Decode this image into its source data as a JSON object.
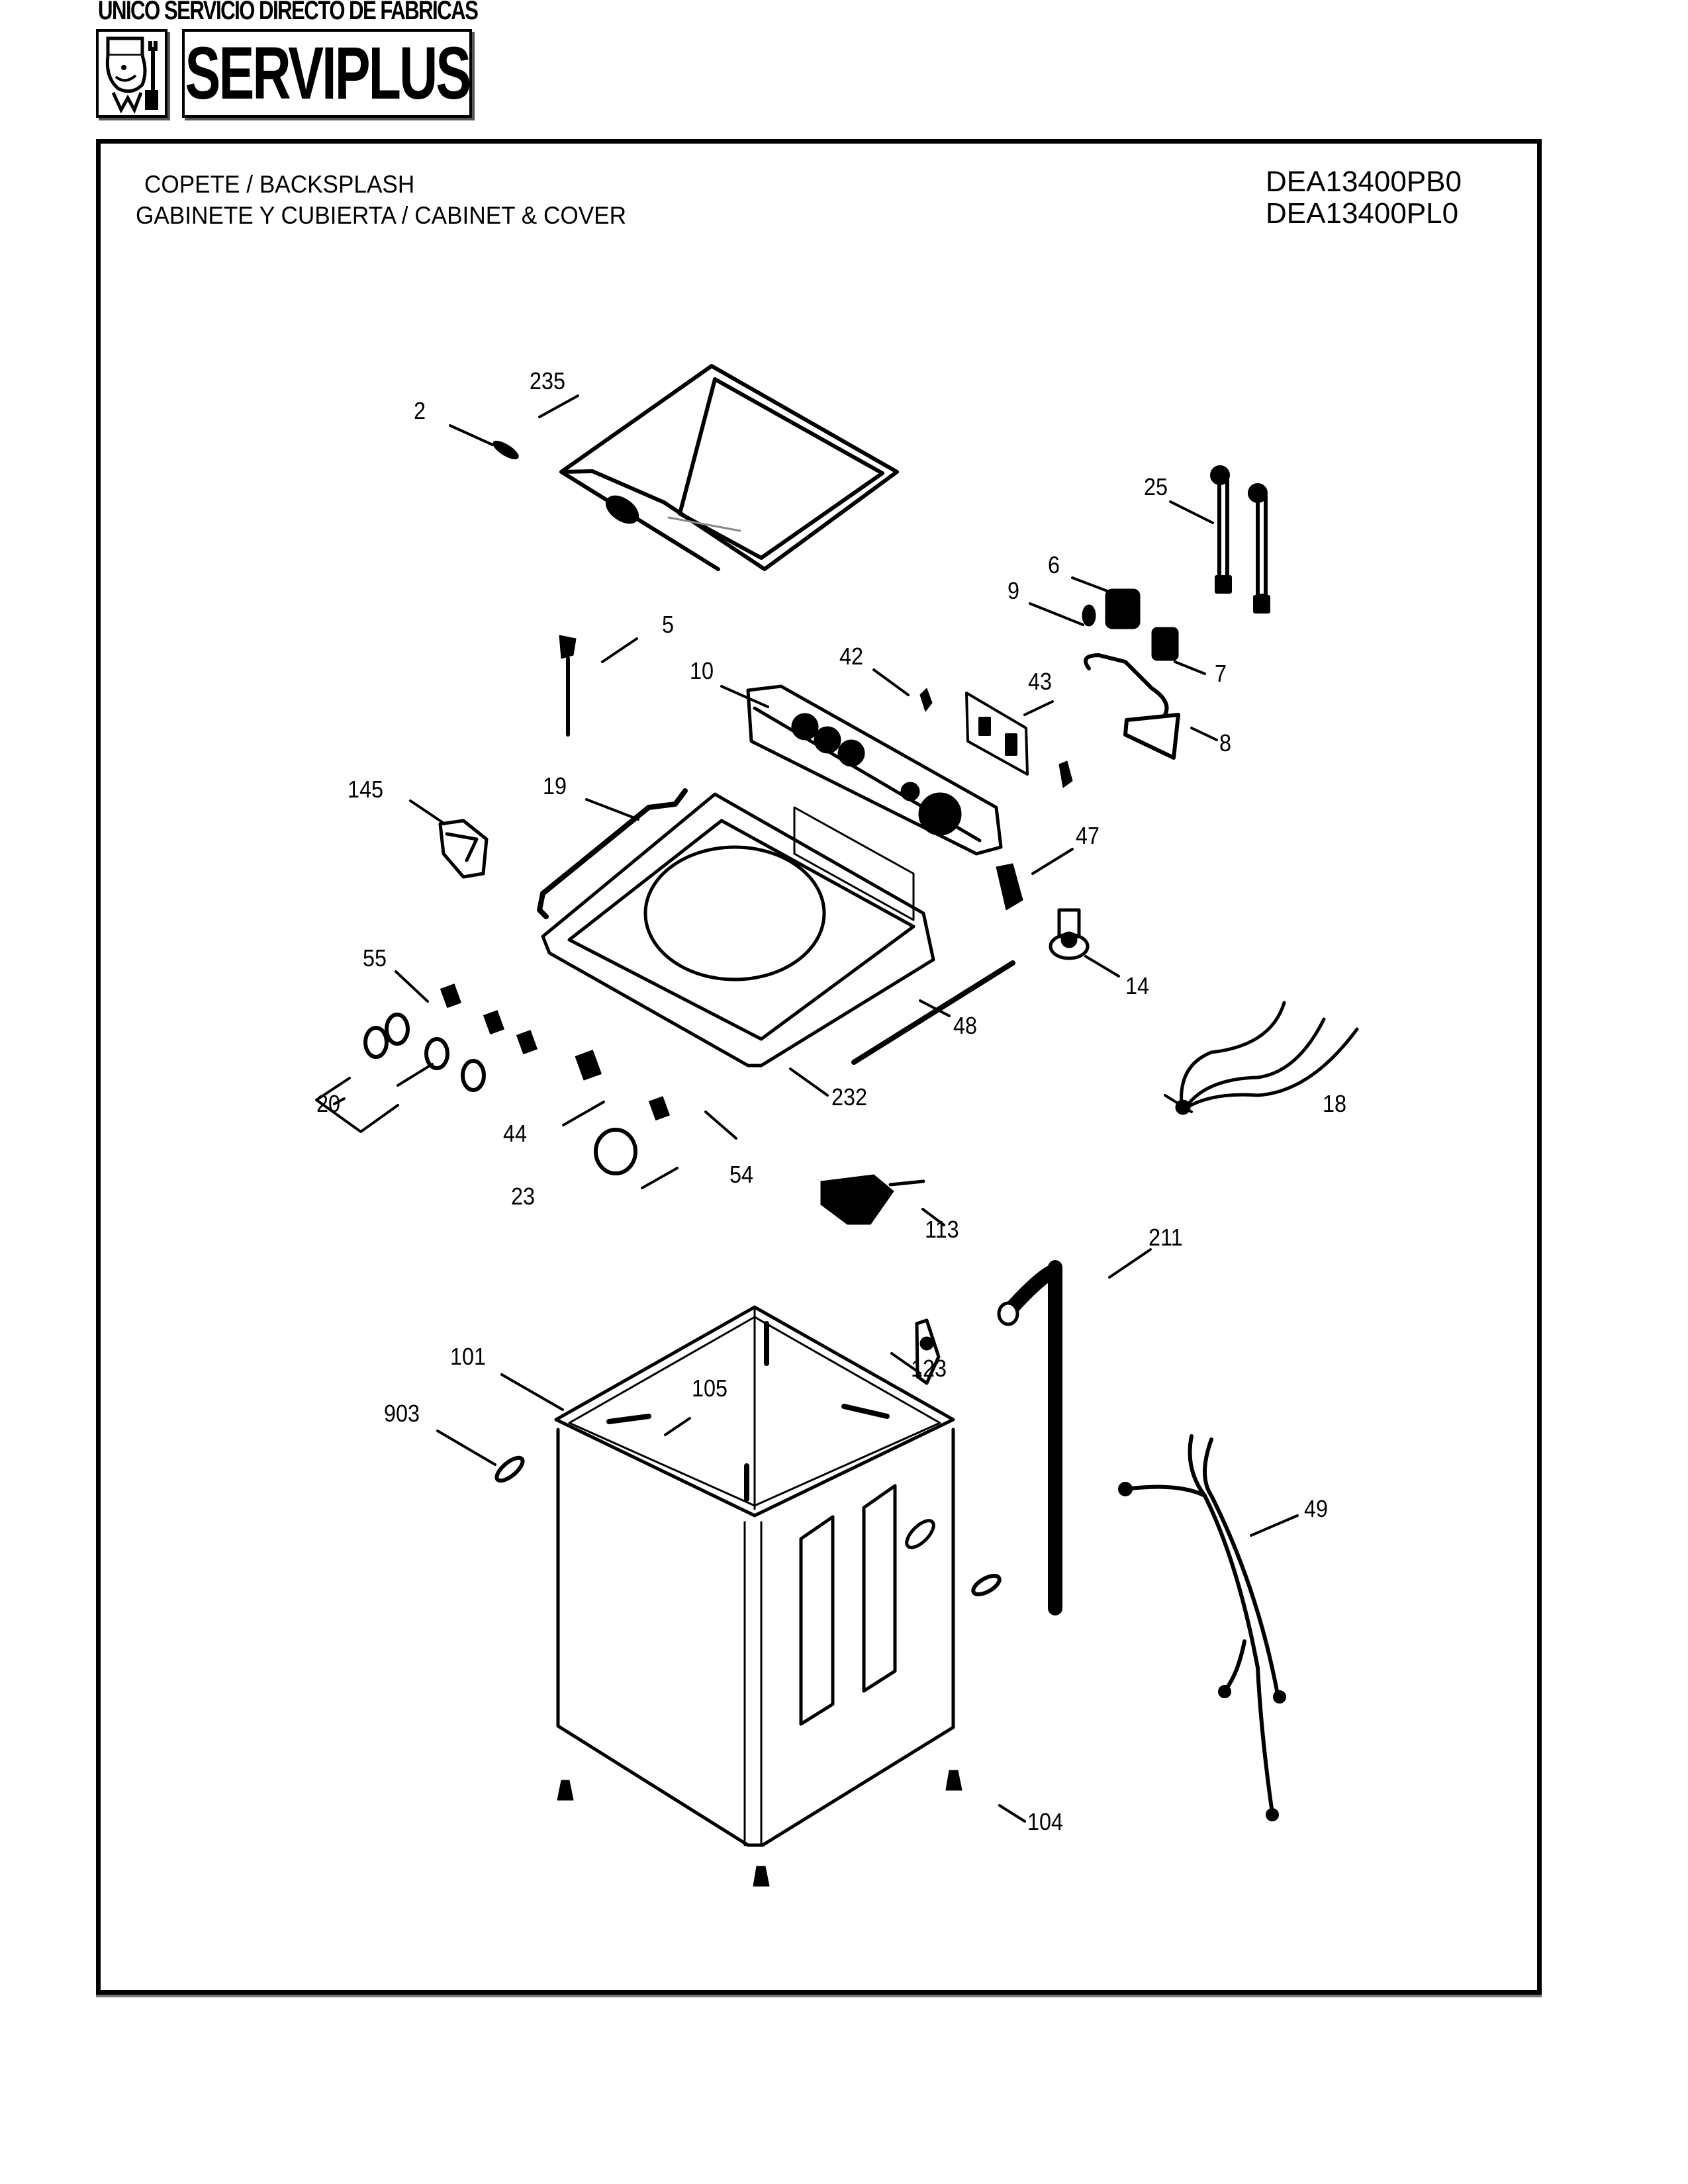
{
  "header": {
    "tagline": "UNICO SERVICIO DIRECTO DE FABRICAS",
    "brand": "SERVIPLUS",
    "logo_icon": "technician-with-wrench-icon"
  },
  "diagram": {
    "title_line1": "COPETE / BACKSPLASH",
    "title_line2": "GABINETE Y CUBIERTA / CABINET & COVER",
    "model_1": "DEA13400PB0",
    "model_2": "DEA13400PL0",
    "part_labels": [
      {
        "id": "235",
        "part": "lid"
      },
      {
        "id": "2",
        "part": "lid-bumper"
      },
      {
        "id": "25",
        "part": "inlet-hoses"
      },
      {
        "id": "6",
        "part": "water-valve"
      },
      {
        "id": "9",
        "part": "valve-clip"
      },
      {
        "id": "7",
        "part": "water-valve-2"
      },
      {
        "id": "8",
        "part": "water-inlet-nozzle"
      },
      {
        "id": "5",
        "part": "lid-switch"
      },
      {
        "id": "10",
        "part": "control-panel-backsplash"
      },
      {
        "id": "42",
        "part": "panel-clip"
      },
      {
        "id": "43",
        "part": "control-board"
      },
      {
        "id": "145",
        "part": "dispenser"
      },
      {
        "id": "19",
        "part": "rod"
      },
      {
        "id": "47",
        "part": "wire-connector"
      },
      {
        "id": "14",
        "part": "pressure-switch"
      },
      {
        "id": "55",
        "part": "selector-switch"
      },
      {
        "id": "48",
        "part": "pressure-hose"
      },
      {
        "id": "232",
        "part": "top-cover"
      },
      {
        "id": "20",
        "part": "knobs"
      },
      {
        "id": "44",
        "part": "selector"
      },
      {
        "id": "54",
        "part": "switch"
      },
      {
        "id": "23",
        "part": "timer-knob"
      },
      {
        "id": "18",
        "part": "wire-harness"
      },
      {
        "id": "113",
        "part": "lid-lock"
      },
      {
        "id": "211",
        "part": "drain-hose"
      },
      {
        "id": "123",
        "part": "hose-bracket"
      },
      {
        "id": "101",
        "part": "cabinet"
      },
      {
        "id": "105",
        "part": "corner-brace"
      },
      {
        "id": "903",
        "part": "handle-insert"
      },
      {
        "id": "49",
        "part": "main-harness"
      },
      {
        "id": "104",
        "part": "leveling-feet"
      }
    ]
  }
}
